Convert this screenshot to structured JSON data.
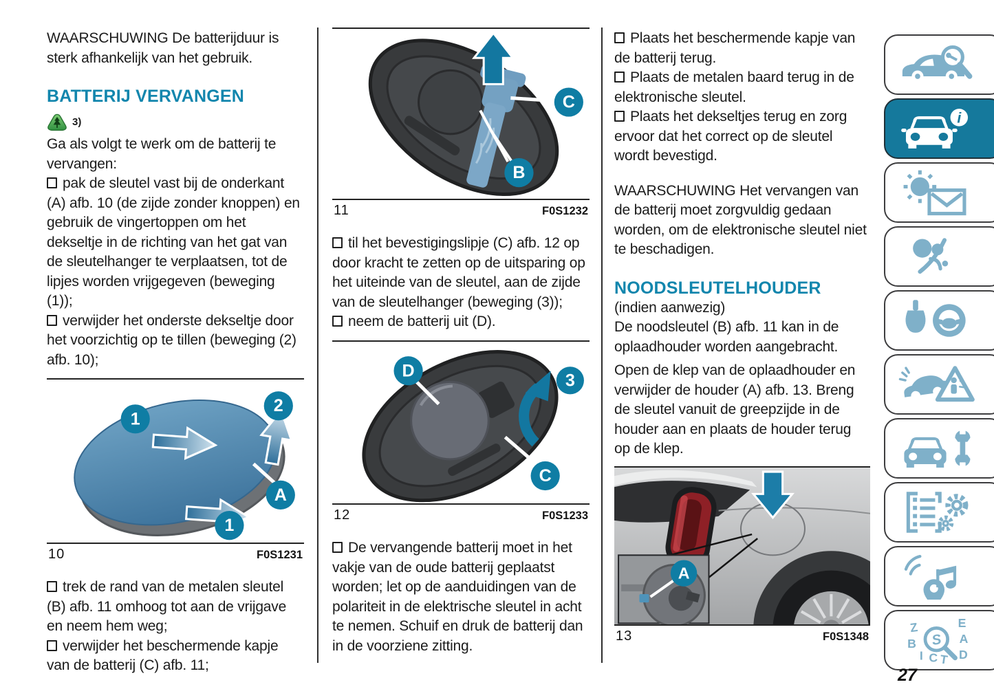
{
  "page": {
    "number": "27"
  },
  "colors": {
    "accent_teal": "#1286ad",
    "active_tab_bg": "#15799c",
    "sidebar_icon_blue": "#7fb0c9",
    "figure_label_teal": "#0f7da4",
    "eco_green": "#46a24a"
  },
  "col1": {
    "intro": "WAARSCHUWING De batterijduur is sterk afhankelijk van het gebruik.",
    "heading": "BATTERIJ VERVANGEN",
    "eco_ref": "3)",
    "lead": "Ga als volgt te werk om de batterij te vervangen:",
    "bullets": [
      "pak de sleutel vast bij de onderkant (A) afb. 10 (de zijde zonder knoppen) en gebruik de vingertoppen om het dekseltje in de richting van het gat van de sleutelhanger te verplaatsen, tot de lipjes worden vrijgegeven (beweging (1));",
      "verwijder het onderste dekseltje door het voorzichtig op te tillen (beweging (2) afb. 10);"
    ],
    "fig10": {
      "number": "10",
      "code": "F0S1231",
      "labels": [
        "1",
        "2",
        "1",
        "A"
      ]
    },
    "after_bullets": [
      "trek de rand van de metalen sleutel (B) afb. 11 omhoog tot aan de vrijgave en neem hem weg;",
      "verwijder het beschermende kapje van de batterij (C) afb. 11;"
    ]
  },
  "col2": {
    "fig11": {
      "number": "11",
      "code": "F0S1232",
      "labels": [
        "C",
        "B"
      ]
    },
    "bullets": [
      "til het bevestigingslipje (C) afb. 12 op door kracht te zetten op de uitsparing op het uiteinde van de sleutel, aan de zijde van de sleutelhanger (beweging (3));",
      "neem de batterij uit (D)."
    ],
    "fig12": {
      "number": "12",
      "code": "F0S1233",
      "labels": [
        "D",
        "3",
        "C"
      ]
    },
    "final_bullet": "De vervangende batterij moet in het vakje van de oude batterij geplaatst worden; let op de aanduidingen van de polariteit in de elektrische sleutel in acht te nemen. Schuif en druk de batterij dan in de voorziene zitting."
  },
  "col3": {
    "bullets": [
      "Plaats het beschermende kapje van de batterij terug.",
      "Plaats de metalen baard terug in de elektronische sleutel.",
      "Plaats het dekseltjes terug en zorg ervoor dat het correct op de sleutel wordt bevestigd."
    ],
    "warning": "WAARSCHUWING Het vervangen van de batterij moet zorgvuldig gedaan worden, om de elektronische sleutel niet te beschadigen.",
    "heading": "NOODSLEUTELHOUDER",
    "subnote": "(indien aanwezig)",
    "para1": "De noodsleutel (B) afb. 11 kan in de oplaadhouder worden aangebracht.",
    "para2": "Open de klep van de oplaadhouder en verwijder de houder (A) afb. 13. Breng de sleutel vanuit de greepzijde in de houder aan en plaats de houder terug op de klep.",
    "fig13": {
      "number": "13",
      "code": "F0S1348",
      "labels": [
        "A"
      ]
    }
  },
  "sidebar": {
    "info_badge": "i",
    "index_letters": [
      "Z",
      "E",
      "B",
      "A",
      "I",
      "C",
      "T",
      "D",
      "S"
    ],
    "items": [
      {
        "icon": "car-search-icon",
        "active": false
      },
      {
        "icon": "car-info-icon",
        "active": true
      },
      {
        "icon": "warning-lights-icon",
        "active": false
      },
      {
        "icon": "airbag-safety-icon",
        "active": false
      },
      {
        "icon": "gearshift-steering-icon",
        "active": false
      },
      {
        "icon": "emergency-triangle-icon",
        "active": false
      },
      {
        "icon": "car-wrench-icon",
        "active": false
      },
      {
        "icon": "list-gears-icon",
        "active": false
      },
      {
        "icon": "music-location-icon",
        "active": false
      },
      {
        "icon": "letters-magnifier-icon",
        "active": false
      }
    ]
  }
}
